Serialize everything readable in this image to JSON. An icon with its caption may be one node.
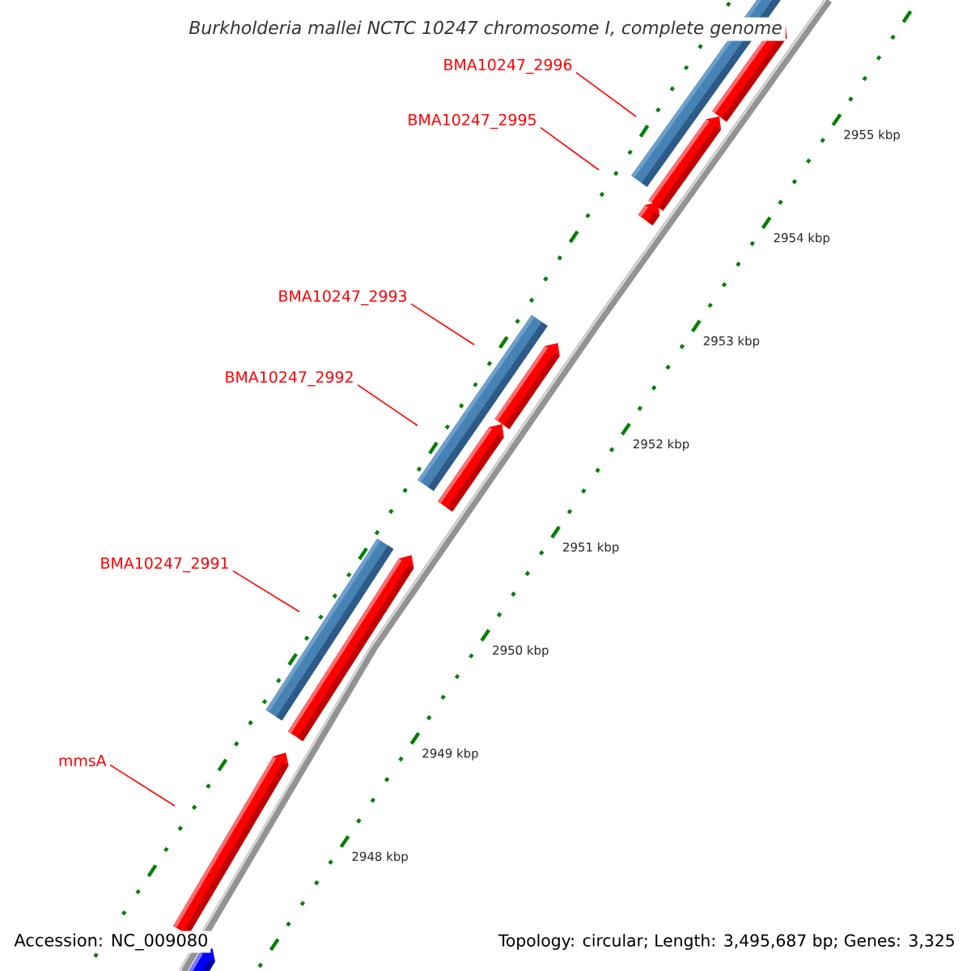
{
  "diagram": {
    "title": "Burkholderia mallei NCTC 10247 chromosome I, complete genome",
    "nodes": [
      {
        "text": [
          "BMA10247_2996"
        ]
      },
      {
        "text": [
          "BMA10247_2995"
        ]
      },
      {
        "text": [
          "BMA10247_2993"
        ]
      },
      {
        "text": [
          "BMA10247_2992"
        ]
      },
      {
        "text": [
          "BMA10247_2991"
        ]
      },
      {
        "text": [
          "mmsA"
        ]
      }
    ],
    "edges": [
      {
        "from": 0,
        "to": null,
        "arrow": "none"
      },
      {
        "from": 1,
        "to": null,
        "arrow": "none"
      },
      {
        "from": 2,
        "to": null,
        "arrow": "none"
      },
      {
        "from": 3,
        "to": null,
        "arrow": "none"
      },
      {
        "from": 4,
        "to": null,
        "arrow": "none"
      },
      {
        "from": 5,
        "to": null,
        "arrow": "none"
      }
    ],
    "labels": [
      "2955 kbp",
      "2954 kbp",
      "2953 kbp",
      "2952 kbp",
      "2951 kbp",
      "2950 kbp",
      "2949 kbp",
      "2948 kbp",
      "Accession: NC_009080",
      "Topology: circular; Length: 3,495,687 bp; Genes: 3,325"
    ]
  }
}
